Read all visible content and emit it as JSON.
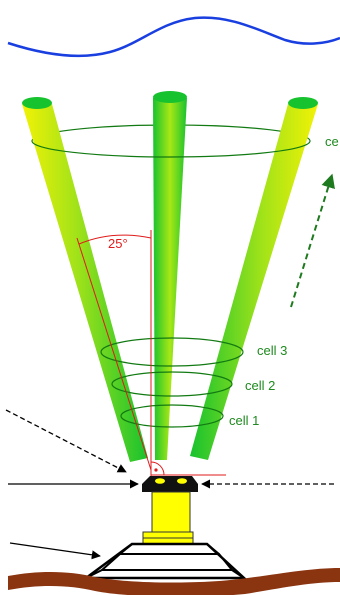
{
  "labels": {
    "angle": "25°",
    "cell_top": "ce",
    "cell_3": "cell 3",
    "cell_2": "cell 2",
    "cell_1": "cell 1"
  },
  "colors": {
    "wave": "#1a3fe0",
    "beam_green": "#17c22f",
    "beam_yellow": "#f2f205",
    "cell_ellipse": "#127a12",
    "cell_text": "#1e8a1e",
    "angle": "#e01a1a",
    "sensor_yellow": "#ffff00",
    "ground": "#8a3410",
    "arrow_green": "#1e7a1e"
  },
  "icons": {
    "instrument": "acoustic-doppler-profiler-icon"
  }
}
